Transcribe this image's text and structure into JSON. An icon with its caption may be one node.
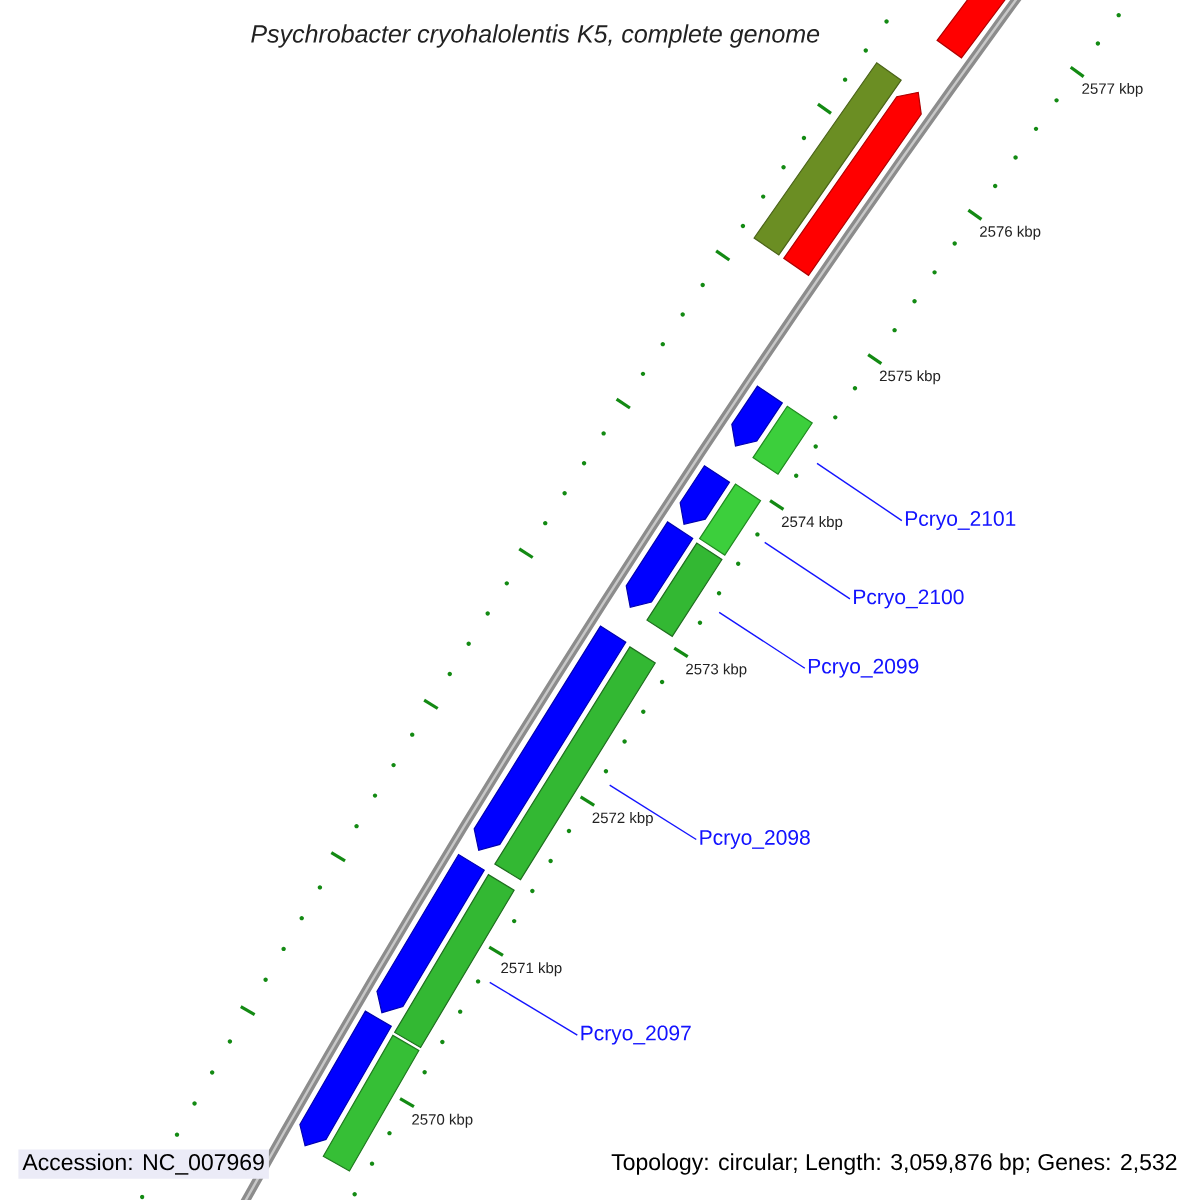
{
  "diagram": {
    "title": "Psychrobacter cryohalolentis K5, complete genome",
    "nodes": [
      {
        "text": [
          "Pcryo_2101"
        ]
      },
      {
        "text": [
          "Pcryo_2100"
        ]
      },
      {
        "text": [
          "Pcryo_2099"
        ]
      },
      {
        "text": [
          "Pcryo_2098"
        ]
      },
      {
        "text": [
          "Pcryo_2097"
        ]
      },
      {
        "text": [],
        "shape": "bar"
      },
      {
        "text": [],
        "shape": "bar"
      },
      {
        "text": [],
        "shape": "bar"
      },
      {
        "text": [],
        "shape": "bar"
      },
      {
        "text": [],
        "shape": "bar"
      },
      {
        "text": [],
        "shape": "bar"
      },
      {
        "text": [],
        "shape": "bar"
      },
      {
        "text": [],
        "shape": "bar"
      },
      {
        "text": [],
        "shape": "bar"
      },
      {
        "text": [],
        "shape": "bar"
      },
      {
        "text": [],
        "shape": "bar"
      },
      {
        "text": [],
        "shape": "bar"
      },
      {
        "text": [],
        "shape": "bar"
      },
      {
        "text": [],
        "shape": "bar"
      },
      {
        "text": [],
        "shape": "bar"
      }
    ],
    "edges": [
      {
        "from": 0,
        "to": 5,
        "arrow": "none"
      },
      {
        "from": 1,
        "to": 6,
        "arrow": "none"
      },
      {
        "from": 2,
        "to": 7,
        "arrow": "none"
      },
      {
        "from": 3,
        "to": 8,
        "arrow": "none"
      },
      {
        "from": 4,
        "to": 9,
        "arrow": "none"
      }
    ],
    "labels": [
      "2577 kbp",
      "2576 kbp",
      "2575 kbp",
      "2574 kbp",
      "2573 kbp",
      "2572 kbp",
      "2571 kbp",
      "2570 kbp",
      "Accession: NC_007969",
      "Topology: circular; Length: 3,059,876 bp; Genes: 2,532"
    ]
  }
}
